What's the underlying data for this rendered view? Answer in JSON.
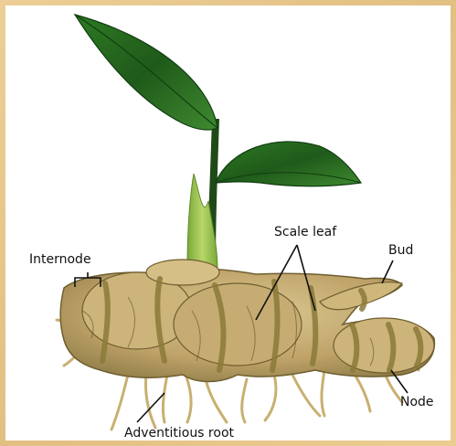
{
  "diagram": {
    "labels": {
      "internode": "Internode",
      "scale_leaf": "Scale leaf",
      "bud": "Bud",
      "node": "Node",
      "adventitious_root": "Adventitious root"
    },
    "colors": {
      "border": "#e8c98f",
      "leaf_dark": "#1f5a1a",
      "leaf_light": "#4f9a3a",
      "shoot": "#9fc24a",
      "rhizome_light": "#d8c28a",
      "rhizome_mid": "#b89a5c",
      "rhizome_dark": "#7a6a38",
      "scale_band": "#9a8a40",
      "root": "#c8b070"
    }
  }
}
